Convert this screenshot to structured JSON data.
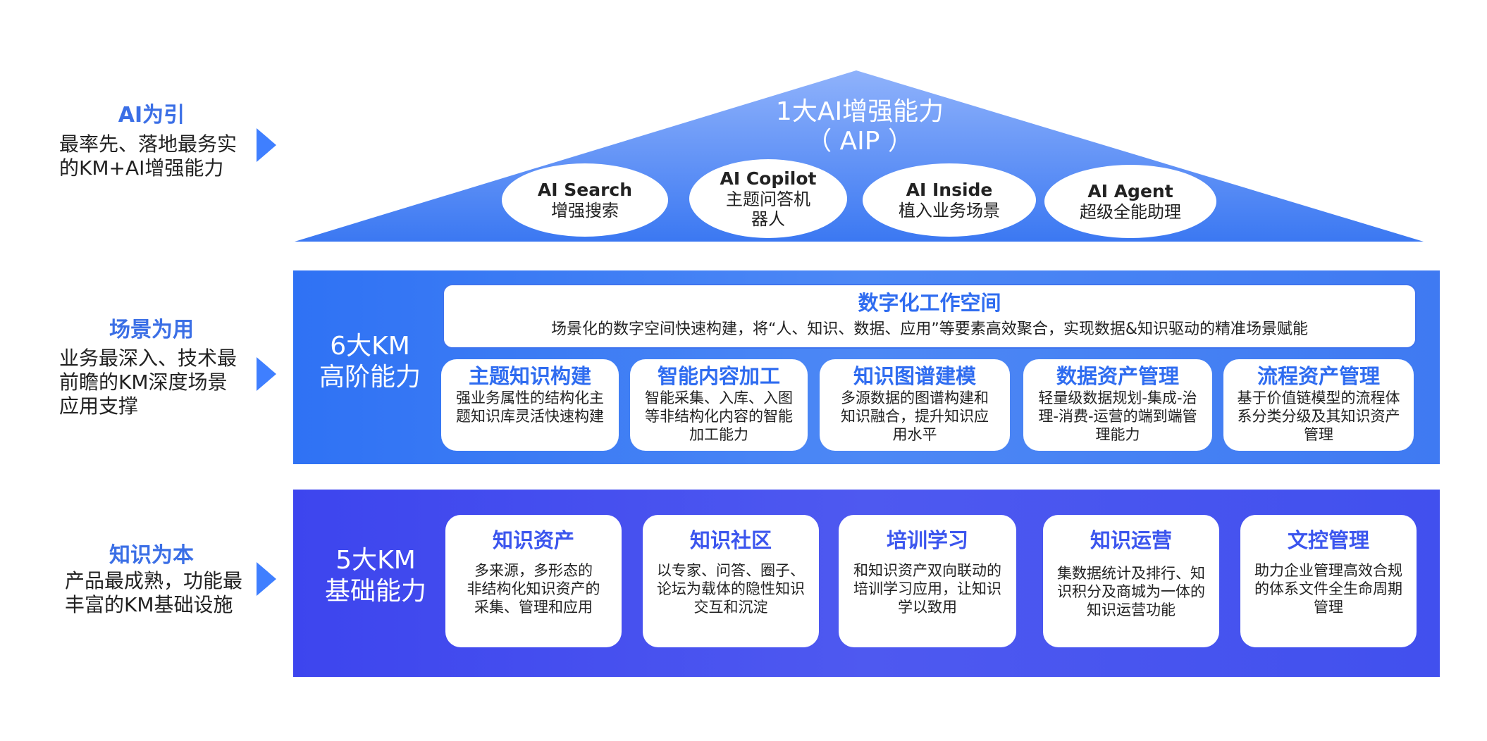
{
  "left": [
    {
      "title": "AI为引",
      "desc": [
        "最率先、落地最务实",
        "的KM+AI增强能力"
      ]
    },
    {
      "title": "场景为用",
      "desc": [
        "业务最深入、技术最",
        "前瞻的KM深度场景",
        "应用支撑"
      ]
    },
    {
      "title": "知识为本",
      "desc": [
        "产品最成熟，功能最",
        "丰富的KM基础设施"
      ]
    }
  ],
  "roof": {
    "title": "1大AI增强能力",
    "subtitle": "（ AIP ）",
    "items": [
      {
        "en": "AI Search",
        "cn": "增强搜索"
      },
      {
        "en": "AI Copilot",
        "cn": "主题问答机器人"
      },
      {
        "en": "AI Inside",
        "cn": "植入业务场景"
      },
      {
        "en": "AI Agent",
        "cn": "超级全能助理"
      }
    ]
  },
  "middle": {
    "label": [
      "6大KM",
      "高阶能力"
    ],
    "workspace": {
      "title": "数字化工作空间",
      "desc": "场景化的数字空间快速构建，将“人、知识、数据、应用”等要素高效聚合，实现数据&知识驱动的精准场景赋能"
    },
    "cards": [
      {
        "title": "主题知识构建",
        "desc": [
          "强业务属性的结构化主",
          "题知识库灵活快速构建"
        ]
      },
      {
        "title": "智能内容加工",
        "desc": [
          "智能采集、入库、入图",
          "等非结构化内容的智能",
          "加工能力"
        ]
      },
      {
        "title": "知识图谱建模",
        "desc": [
          "多源数据的图谱构建和",
          "知识融合，提升知识应",
          "用水平"
        ]
      },
      {
        "title": "数据资产管理",
        "desc": [
          "轻量级数据规划-集成-治",
          "理-消费-运营的端到端管",
          "理能力"
        ]
      },
      {
        "title": "流程资产管理",
        "desc": [
          "基于价值链模型的流程体",
          "系分类分级及其知识资产",
          "管理"
        ]
      }
    ]
  },
  "bottom": {
    "label": [
      "5大KM",
      "基础能力"
    ],
    "cards": [
      {
        "title": "知识资产",
        "desc": [
          "多来源，多形态的",
          "非结构化知识资产的",
          "采集、管理和应用"
        ]
      },
      {
        "title": "知识社区",
        "desc": [
          "以专家、问答、圈子、",
          "论坛为载体的隐性知识",
          "交互和沉淀"
        ]
      },
      {
        "title": "培训学习",
        "desc": [
          "和知识资产双向联动的",
          "培训学习应用，让知识",
          "学以致用"
        ]
      },
      {
        "title": "知识运营",
        "desc": [
          "集数据统计及排行、知",
          "识积分及商城为一体的",
          "知识运营功能"
        ]
      },
      {
        "title": "文控管理",
        "desc": [
          "助力企业管理高效合规",
          "的体系文件全生命周期",
          "管理"
        ]
      }
    ]
  },
  "colors": {
    "roof_top": "#8fb2fb",
    "roof_bottom": "#3b78f2",
    "mid_band": "#3f7af2",
    "bottom_band": "#4150ee",
    "accent": "#3b6fe6"
  }
}
